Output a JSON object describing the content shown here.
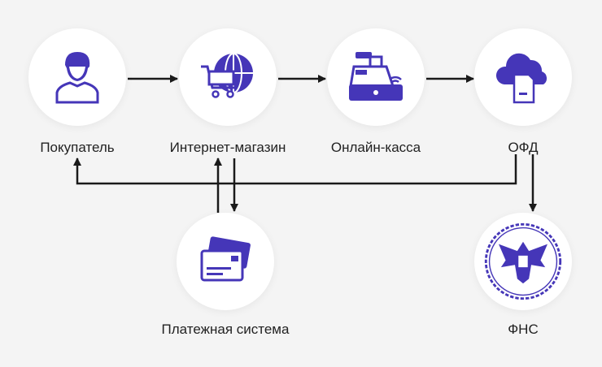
{
  "nodes": {
    "buyer": {
      "label": "Покупатель",
      "icon": "user-icon"
    },
    "shop": {
      "label": "Интернет-магазин",
      "icon": "globe-cart-icon"
    },
    "kassa": {
      "label": "Онлайн-касса",
      "icon": "cash-register-icon"
    },
    "ofd": {
      "label": "ОФД",
      "icon": "cloud-document-icon"
    },
    "payment": {
      "label": "Платежная система",
      "icon": "credit-cards-icon"
    },
    "fns": {
      "label": "ФНС",
      "icon": "emblem-icon"
    }
  },
  "colors": {
    "accent": "#4536b8",
    "arrow": "#1a1a1a",
    "background": "#f4f4f4"
  }
}
